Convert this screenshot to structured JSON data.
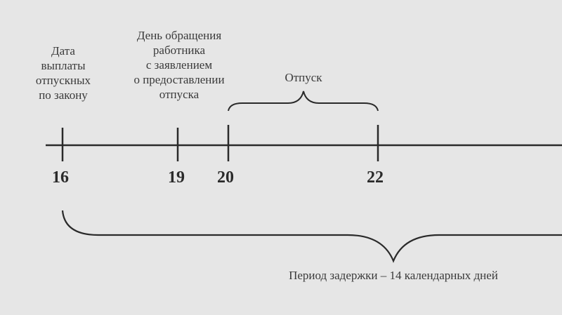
{
  "labels": {
    "payment_date": [
      "Дата",
      "выплаты",
      "отпускных",
      "по закону"
    ],
    "request_day": [
      "День обращения",
      "работника",
      "с заявлением",
      "о предоставлении",
      "отпуска"
    ],
    "vacation": "Отпуск",
    "delay_period": "Период задержки – 14 календарных дней"
  },
  "ticks": [
    "16",
    "19",
    "20",
    "22"
  ]
}
